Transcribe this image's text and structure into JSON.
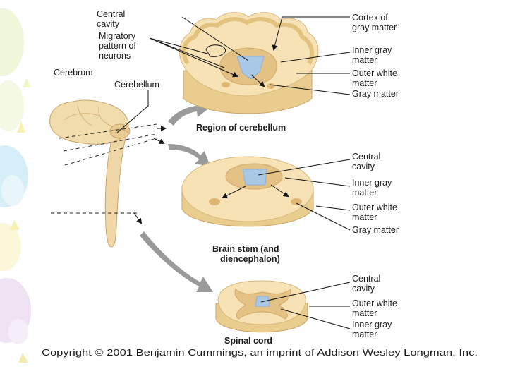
{
  "labels": {
    "central_cavity_top": [
      "Central",
      "cavity"
    ],
    "migratory": [
      "Migratory",
      "pattern of",
      "neurons"
    ],
    "cerebrum": "Cerebrum",
    "cerebellum": "Cerebellum",
    "cortex": [
      "Cortex of",
      "gray matter"
    ],
    "inner_gray_1": [
      "Inner gray",
      "matter"
    ],
    "outer_white_1": [
      "Outer white",
      "matter"
    ],
    "gray_matter_1": "Gray matter",
    "central_cavity_2": [
      "Central",
      "cavity"
    ],
    "inner_gray_2": [
      "Inner gray",
      "matter"
    ],
    "outer_white_2": [
      "Outer white",
      "matter"
    ],
    "gray_matter_2": "Gray matter",
    "central_cavity_3": [
      "Central",
      "cavity"
    ],
    "outer_white_3": [
      "Outer white",
      "matter"
    ],
    "inner_gray_3": [
      "Inner gray",
      "matter"
    ]
  },
  "captions": {
    "cerebellum_region": "Region of cerebellum",
    "brain_stem": [
      "Brain stem (and",
      "diencephalon)"
    ],
    "spinal_cord": "Spinal cord"
  },
  "copyright": "Copyright © 2001 Benjamin Cummings, an imprint of Addison Wesley Longman, Inc.",
  "colors": {
    "white_matter": "#f6e2b4",
    "white_matter_side": "#e9cd8e",
    "gray_matter": "#dfb672",
    "cavity": "#a9c8e6",
    "arrow_gray": "#9a9a9a"
  },
  "icons": {
    "left_border": "decorative-swirl-border"
  }
}
